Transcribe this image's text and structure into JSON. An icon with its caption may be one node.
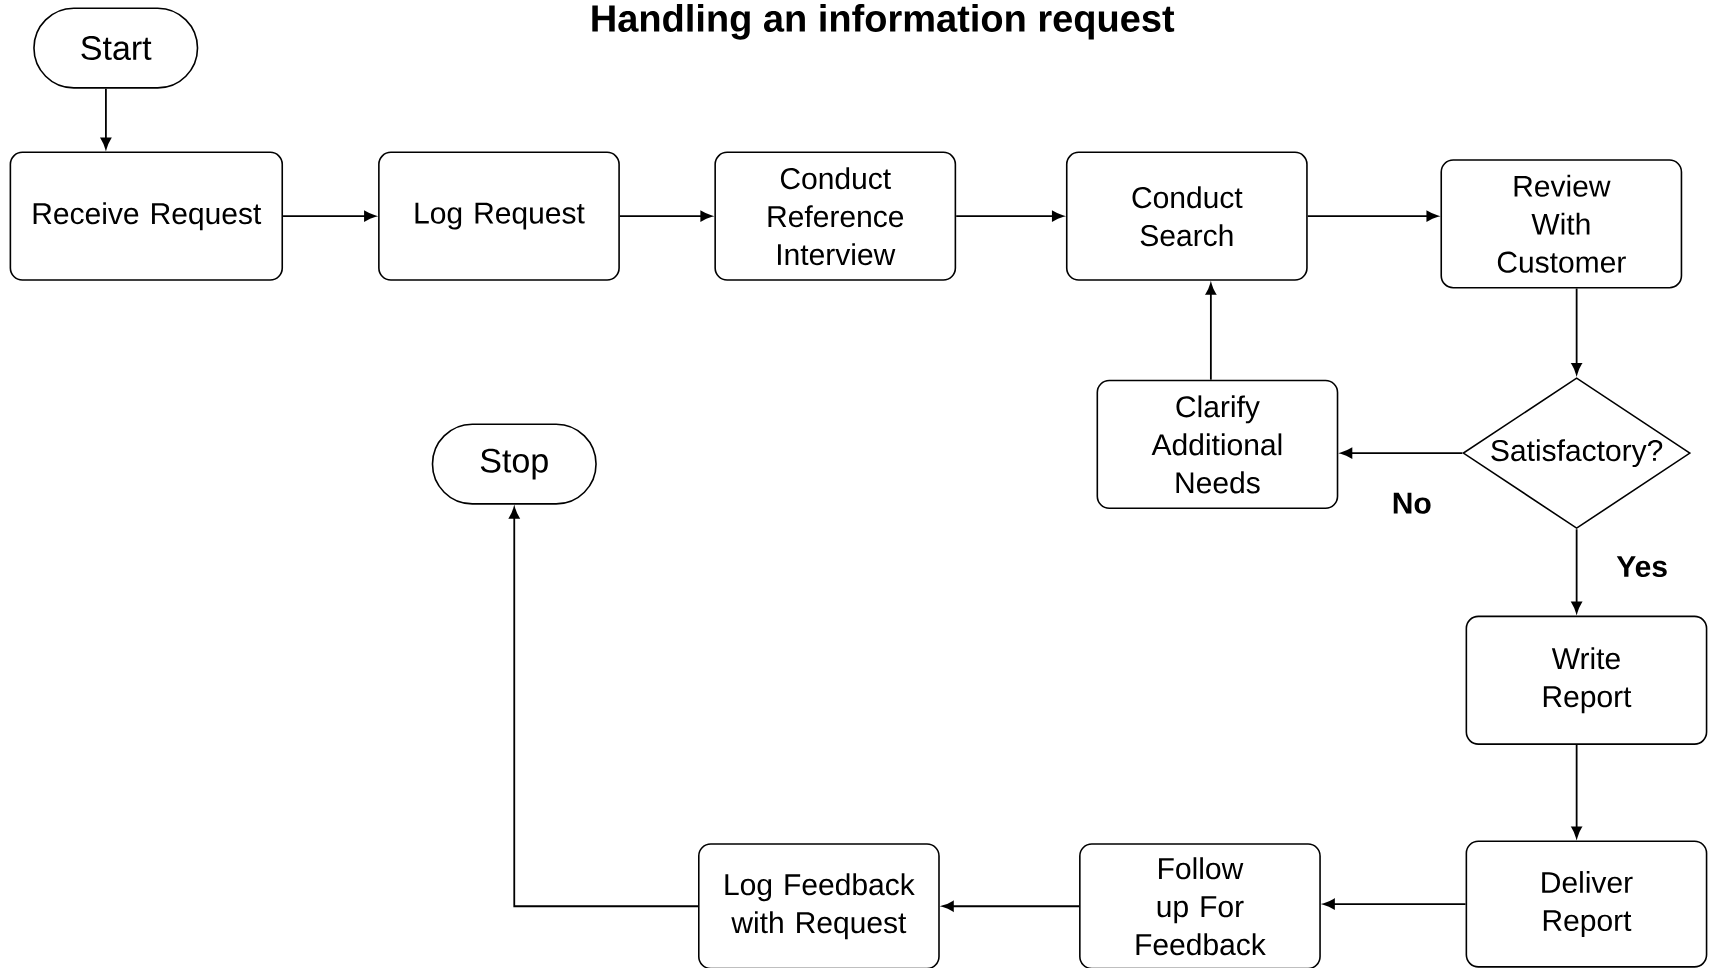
{
  "diagram": {
    "title": "Handling an information request",
    "nodes": [
      {
        "text": [
          "Start"
        ]
      },
      {
        "text": [
          "Receive Request"
        ]
      },
      {
        "text": [
          "Log Request"
        ]
      },
      {
        "text": [
          "Conduct Reference Interview"
        ]
      },
      {
        "text": [
          "Conduct Search"
        ]
      },
      {
        "text": [
          "Review With Customer"
        ]
      },
      {
        "text": [
          "Satisfactory?"
        ]
      },
      {
        "text": [
          "Clarify Additional Needs"
        ]
      },
      {
        "text": [
          "Write Report"
        ]
      },
      {
        "text": [
          "Deliver Report"
        ]
      },
      {
        "text": [
          "Follow up For Feedback"
        ]
      },
      {
        "text": [
          "Log Feedback with Request"
        ]
      },
      {
        "text": [
          "Stop"
        ]
      }
    ],
    "edges": [
      {
        "from": 0,
        "to": 1,
        "arrow": "to"
      },
      {
        "from": 1,
        "to": 2,
        "arrow": "to"
      },
      {
        "from": 2,
        "to": 3,
        "arrow": "to"
      },
      {
        "from": 3,
        "to": 4,
        "arrow": "to"
      },
      {
        "from": 4,
        "to": 5,
        "arrow": "to"
      },
      {
        "from": 5,
        "to": 6,
        "arrow": "to"
      },
      {
        "from": 6,
        "to": 7,
        "arrow": "to",
        "label": "No"
      },
      {
        "from": 7,
        "to": 4,
        "arrow": "to"
      },
      {
        "from": 6,
        "to": 8,
        "arrow": "to",
        "label": "Yes"
      },
      {
        "from": 8,
        "to": 9,
        "arrow": "to"
      },
      {
        "from": 9,
        "to": 10,
        "arrow": "to"
      },
      {
        "from": 10,
        "to": 11,
        "arrow": "to"
      },
      {
        "from": 11,
        "to": 12,
        "arrow": "to"
      }
    ]
  }
}
